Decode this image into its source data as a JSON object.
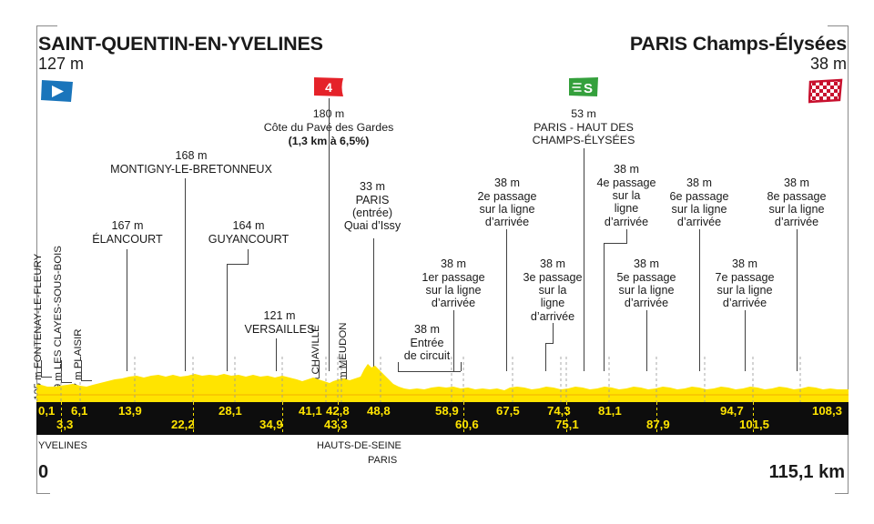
{
  "stage": {
    "start_city": "SAINT-QUENTIN-EN-YVELINES",
    "start_alt": "127 m",
    "finish_city": "PARIS Champs-Élysées",
    "finish_alt": "38 m",
    "distance_start": "0",
    "distance_total": "115,1 km",
    "colors": {
      "profile_fill": "#ffe400",
      "bar_background": "#0d0d0d",
      "bar_text": "#ffe400",
      "climb_marker": "#e52229",
      "sprint_marker": "#34a03c",
      "start_marker": "#1a75bb",
      "finish_marker": "#c8102e"
    }
  },
  "markers": [
    {
      "name": "start-flag-icon",
      "kind": "start"
    },
    {
      "name": "climb-marker-icon",
      "kind": "climb",
      "category": "4"
    },
    {
      "name": "sprint-marker-icon",
      "kind": "sprint",
      "glyph": "S"
    },
    {
      "name": "finish-flag-icon",
      "kind": "finish"
    }
  ],
  "annotations": {
    "climb": {
      "alt": "180 m",
      "name": "Côte du Pavé des Gardes",
      "detail": "(1,3 km à 6,5%)"
    },
    "sprint": {
      "alt": "53 m",
      "name": "PARIS - HAUT DES\nCHAMPS-ÉLYSÉES"
    }
  },
  "towns_vertical": [
    {
      "label": "125 m FONTENAY-LE-FLEURY"
    },
    {
      "label": "119 m LES CLAYES-SOUS-BOIS"
    },
    {
      "label": "127 m PLAISIR"
    },
    {
      "label": "97 m CHAVILLE"
    },
    {
      "label": "174 m MEUDON"
    }
  ],
  "towns_horizontal": [
    {
      "alt": "168 m",
      "name": "MONTIGNY-LE-BRETONNEUX"
    },
    {
      "alt": "167 m",
      "name": "ÉLANCOURT"
    },
    {
      "alt": "164 m",
      "name": "GUYANCOURT"
    },
    {
      "alt": "121 m",
      "name": "VERSAILLES"
    },
    {
      "alt": "33 m",
      "name": "PARIS\n(entrée)\nQuai d’Issy"
    }
  ],
  "circuit_points": [
    {
      "alt": "38 m",
      "text": "Entrée\nde circuit"
    },
    {
      "alt": "38 m",
      "text": "1er passage\nsur la ligne\nd’arrivée",
      "ord": "1",
      "sup": "er"
    },
    {
      "alt": "38 m",
      "text": "2e passage\nsur la ligne\nd’arrivée",
      "ord": "2",
      "sup": "e"
    },
    {
      "alt": "38 m",
      "text": "3e passage\nsur la\nligne\nd’arrivée",
      "ord": "3",
      "sup": "e"
    },
    {
      "alt": "38 m",
      "text": "4e passage\nsur la\nligne\nd’arrivée",
      "ord": "4",
      "sup": "e"
    },
    {
      "alt": "38 m",
      "text": "5e passage\nsur la ligne\nd’arrivée",
      "ord": "5",
      "sup": "e"
    },
    {
      "alt": "38 m",
      "text": "6e passage\nsur la ligne\nd’arrivée",
      "ord": "6",
      "sup": "e"
    },
    {
      "alt": "38 m",
      "text": "7e passage\nsur la ligne\nd’arrivée",
      "ord": "7",
      "sup": "e"
    },
    {
      "alt": "38 m",
      "text": "8e passage\nsur la ligne\nd’arrivée",
      "ord": "8",
      "sup": "e"
    }
  ],
  "departements": [
    {
      "name": "YVELINES"
    },
    {
      "name": "HAUTS-DE-SEINE"
    },
    {
      "name": "PARIS"
    }
  ],
  "km_labels_top": [
    "0,1",
    "6,1",
    "13,9",
    "28,1",
    "41,1",
    "42,8",
    "48,8",
    "58,9",
    "67,5",
    "74,3",
    "81,1",
    "94,7",
    "108,3"
  ],
  "km_labels_bottom": [
    "3,3",
    "22,2",
    "34,9",
    "43,3",
    "60,6",
    "75,1",
    "87,9",
    "101,5"
  ],
  "chart_data": {
    "type": "area",
    "title": "SAINT-QUENTIN-EN-YVELINES → PARIS Champs-Élysées",
    "xlabel": "km",
    "ylabel": "m",
    "xlim": [
      0,
      115.1
    ],
    "ylim": [
      0,
      200
    ],
    "grid": false,
    "legend": "none",
    "x": [
      0,
      0.1,
      3.3,
      6.1,
      13.9,
      22.2,
      28.1,
      34.9,
      41.1,
      42.8,
      43.3,
      48.8,
      58.9,
      60.6,
      67.5,
      74.3,
      75.1,
      81.1,
      87.9,
      94.7,
      101.5,
      108.3,
      115.1
    ],
    "values": [
      127,
      125,
      119,
      127,
      167,
      168,
      164,
      121,
      97,
      174,
      180,
      174,
      33,
      38,
      38,
      38,
      38,
      38,
      38,
      38,
      38,
      38,
      38
    ],
    "annotations": [
      {
        "x": 0,
        "label": "Départ",
        "alt": 127
      },
      {
        "x": 42.8,
        "label": "Côte du Pavé des Gardes",
        "alt": 180,
        "category": "4",
        "detail": "1,3 km à 6,5%"
      },
      {
        "x": 74.3,
        "label": "PARIS - HAUT DES CHAMPS-ÉLYSÉES",
        "alt": 53,
        "kind": "sprint"
      },
      {
        "x": 115.1,
        "label": "Arrivée",
        "alt": 38
      }
    ]
  }
}
